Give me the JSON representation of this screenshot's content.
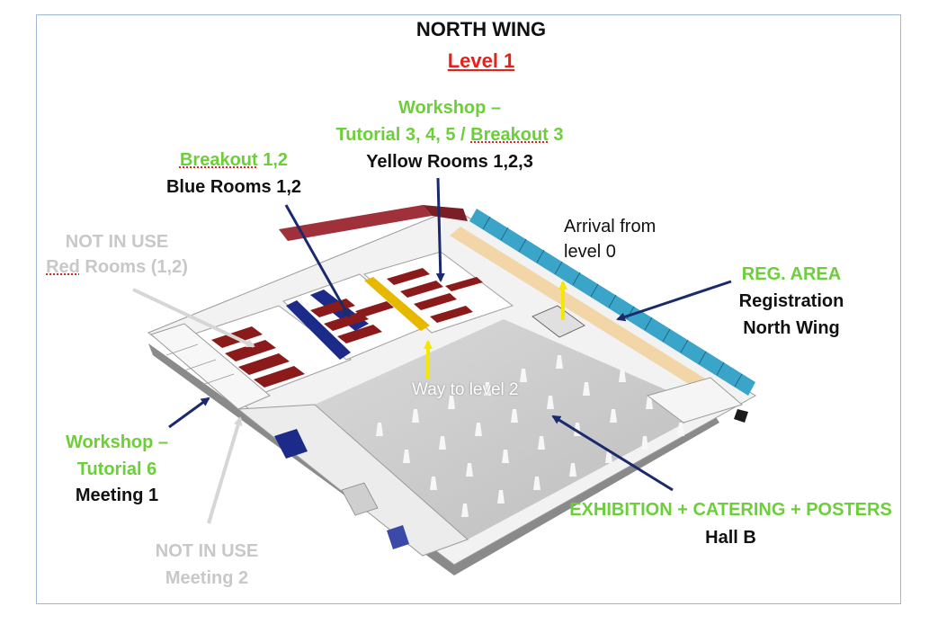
{
  "title": "NORTH WING",
  "level": "Level 1",
  "colors": {
    "title": "#111111",
    "level": "#e8201a",
    "active_label": "#6ccf3a",
    "inactive_label": "#c8c8c8",
    "arrow_navy": "#1a2a6c",
    "arrow_yellow": "#f5e800",
    "blue_rooms": "#1c2a8a",
    "red_rooms": "#8b1a1a",
    "reg_strip": "#f2d6a8",
    "facade": "#3aa5c8"
  },
  "labels": {
    "workshop_tutorial345": {
      "line1": "Workshop –",
      "line2a": "Tutorial 3, 4, 5 / ",
      "line2b": "Breakout",
      "line2c": " 3"
    },
    "yellow_rooms": "Yellow Rooms 1,2,3",
    "breakout12": {
      "word": "Breakout",
      "num": " 1,2"
    },
    "blue_rooms": "Blue Rooms 1,2",
    "not_in_use_red": {
      "line1": "NOT IN USE",
      "line2a": "Red",
      "line2b": " Rooms (1,2)"
    },
    "arrival": {
      "line1": "Arrival from",
      "line2": "level 0"
    },
    "reg_area": {
      "line1": "REG. AREA",
      "line2": "Registration",
      "line3": "North Wing"
    },
    "way_to_level2": "Way to level 2",
    "workshop_tutorial6": {
      "line1": "Workshop –",
      "line2": "Tutorial 6"
    },
    "meeting1": "Meeting 1",
    "not_in_use_meeting2": {
      "line1": "NOT IN USE",
      "line2": "Meeting 2"
    },
    "exhibition": "EXHIBITION + CATERING + POSTERS",
    "hall_b": "Hall B"
  }
}
